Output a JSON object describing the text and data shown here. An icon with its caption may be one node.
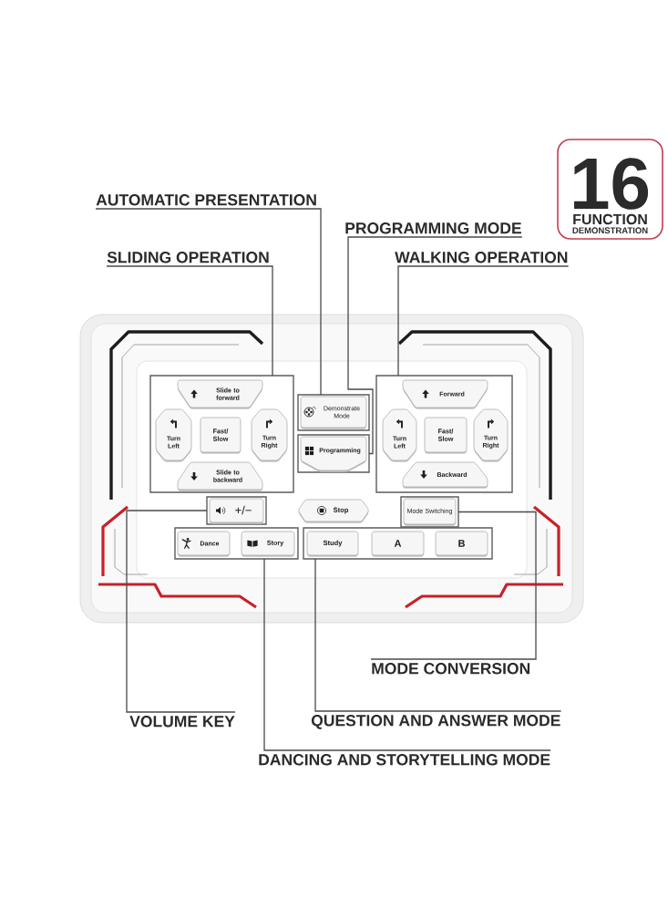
{
  "diagram": {
    "nodes": [
      {
        "text": [
          "16",
          "FUNCTION",
          "DEMONSTRATION"
        ]
      },
      {
        "text": [
          "AUTOMATIC PRESENTATION"
        ]
      },
      {
        "text": [
          "PROGRAMMING MODE"
        ]
      },
      {
        "text": [
          "SLIDING OPERATION"
        ]
      },
      {
        "text": [
          "WALKING OPERATION"
        ]
      },
      {
        "text": [],
        "shape": "box"
      },
      {
        "text": [
          "Slide to forward"
        ],
        "in": 5
      },
      {
        "text": [
          "Turn Left"
        ],
        "in": 5
      },
      {
        "text": [
          "Fast/ Slow"
        ],
        "in": 5
      },
      {
        "text": [
          "Turn Right"
        ],
        "in": 5
      },
      {
        "text": [
          "Slide to backward"
        ],
        "in": 5
      },
      {
        "text": [],
        "shape": "box"
      },
      {
        "text": [
          "Demonstrate Mode"
        ],
        "in": 11
      },
      {
        "text": [],
        "shape": "box"
      },
      {
        "text": [
          "Programming"
        ],
        "in": 13
      },
      {
        "text": [],
        "shape": "box"
      },
      {
        "text": [
          "Forward"
        ],
        "in": 15
      },
      {
        "text": [
          "Turn Left"
        ],
        "in": 15
      },
      {
        "text": [
          "Fast/ Slow"
        ],
        "in": 15
      },
      {
        "text": [
          "Turn Right"
        ],
        "in": 15
      },
      {
        "text": [
          "Backward"
        ],
        "in": 15
      },
      {
        "text": [],
        "shape": "box"
      },
      {
        "text": [
          "+/−"
        ],
        "in": 21
      },
      {
        "text": [
          "Stop"
        ]
      },
      {
        "text": [],
        "shape": "box"
      },
      {
        "text": [
          "Mode Switching"
        ],
        "in": 24
      },
      {
        "text": [],
        "shape": "box"
      },
      {
        "text": [
          "Dance"
        ],
        "in": 26
      },
      {
        "text": [
          "Story"
        ],
        "in": 26
      },
      {
        "text": [],
        "shape": "box"
      },
      {
        "text": [
          "Study"
        ],
        "in": 29
      },
      {
        "text": [
          "A"
        ],
        "in": 29
      },
      {
        "text": [
          "B"
        ],
        "in": 29
      },
      {
        "text": [
          "MODE CONVERSION"
        ]
      },
      {
        "text": [
          "VOLUME KEY"
        ]
      },
      {
        "text": [
          "QUESTION AND ANSWER MODE"
        ]
      },
      {
        "text": [
          "DANCING AND STORYTELLING MODE"
        ]
      }
    ],
    "edges": [
      {
        "from": 1,
        "to": 11,
        "arrow": "none"
      },
      {
        "from": 2,
        "to": 13,
        "arrow": "none"
      },
      {
        "from": 3,
        "to": 5,
        "arrow": "none"
      },
      {
        "from": 4,
        "to": 15,
        "arrow": "none"
      },
      {
        "from": 33,
        "to": 24,
        "arrow": "none"
      },
      {
        "from": 34,
        "to": 21,
        "arrow": "none"
      },
      {
        "from": 35,
        "to": 29,
        "arrow": "none"
      },
      {
        "from": 36,
        "to": 26,
        "arrow": "none"
      }
    ]
  }
}
